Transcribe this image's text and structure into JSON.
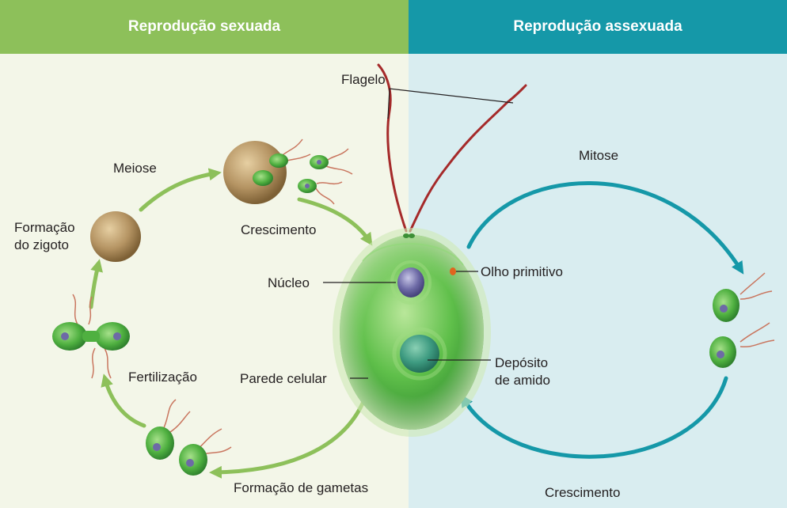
{
  "header": {
    "left_title": "Reprodução sexuada",
    "right_title": "Reprodução assexuada"
  },
  "colors": {
    "left_header": "#8dc05a",
    "right_header": "#1598a8",
    "left_background": "#f3f6e8",
    "right_background": "#d9edf0",
    "left_arrow": "#8dc05a",
    "right_arrow": "#1598a8",
    "cell_body": "#5fbf4a",
    "flagellum": "#a52a2a",
    "zygote": "#b59463",
    "eyespot": "#e0641e"
  },
  "labels": {
    "flagelo": "Flagelo",
    "meiose": "Meiose",
    "crescimento_left": "Crescimento",
    "formacao_zigoto_line1": "Formação",
    "formacao_zigoto_line2": "do zigoto",
    "nucleo": "Núcleo",
    "olho_primitivo": "Olho primitivo",
    "fertilizacao": "Fertilização",
    "parede_celular": "Parede celular",
    "deposito_line1": "Depósito",
    "deposito_line2": "de amido",
    "formacao_gametas": "Formação de gametas",
    "mitose": "Mitose",
    "crescimento_right": "Crescimento"
  }
}
